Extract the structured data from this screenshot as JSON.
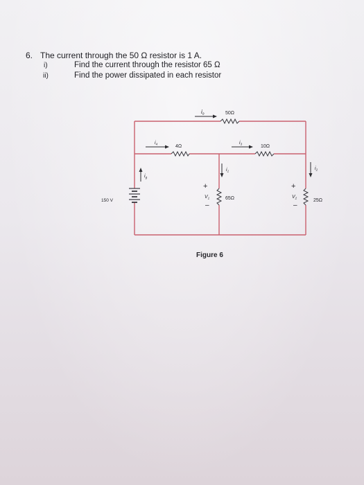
{
  "question": {
    "number": "6.",
    "stem": "The current through the 50 Ω resistor is 1 A.",
    "parts": [
      {
        "marker": "i)",
        "text": "Find the current through the resistor 65 Ω"
      },
      {
        "marker": "ii)",
        "text": "Find the power dissipated in each resistor"
      }
    ]
  },
  "figure": {
    "caption": "Figure 6",
    "source_label": "150 V",
    "resistors": {
      "r50": "50Ω",
      "r4": "4Ω",
      "r10": "10Ω",
      "r65": "65Ω",
      "r25": "25Ω"
    },
    "currents": {
      "io": "i",
      "io_sub": "o",
      "i4": "i",
      "i4_sub": "4",
      "i3": "i",
      "i3_sub": "3",
      "i1": "i",
      "i1_sub": "1",
      "i2": "i",
      "i2_sub": "2",
      "ig": "i",
      "ig_sub": "g"
    },
    "voltages": {
      "v1": "V",
      "v1_sub": "1",
      "v2": "V",
      "v2_sub": "2",
      "plus": "+",
      "minus": "–"
    },
    "wire_color": "#c9606e"
  }
}
